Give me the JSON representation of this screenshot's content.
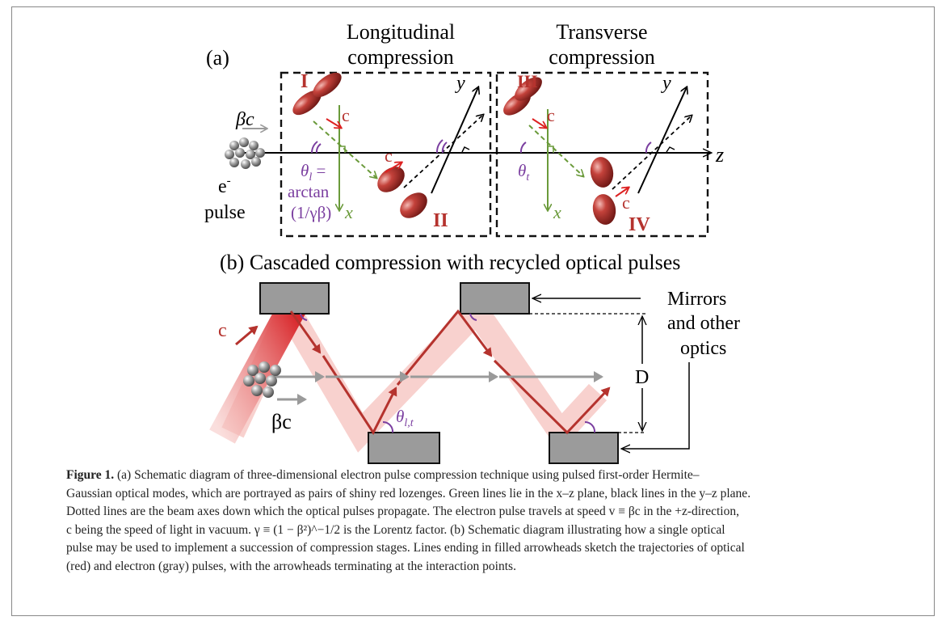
{
  "figure": {
    "panel_a": {
      "label": "(a)",
      "longitudinal_title_1": "Longitudinal",
      "longitudinal_title_2": "compression",
      "transverse_title_1": "Transverse",
      "transverse_title_2": "compression",
      "electron_label_1": "e",
      "electron_label_sup": "-",
      "electron_label_2": "pulse",
      "beta_c": "βc",
      "pulse_I": "I",
      "pulse_II": "II",
      "pulse_III": "III",
      "pulse_IV": "IV",
      "c_label": "c",
      "axis_z": "z",
      "axis_x": "x",
      "axis_y": "y",
      "theta_l_1": "θ",
      "theta_l_sub": "l",
      "theta_l_eq": " =",
      "theta_l_2": "arctan",
      "theta_l_3": "(1/γβ)",
      "theta_t": "θ",
      "theta_t_sub": "t"
    },
    "panel_b": {
      "title": "(b) Cascaded compression with recycled optical pulses",
      "mirrors_1": "Mirrors",
      "mirrors_2": "and other",
      "mirrors_3": "optics",
      "D_label": "D",
      "c_label": "c",
      "beta_c": "βc",
      "theta_lt": "θ",
      "theta_lt_sub": "l,t"
    },
    "colors": {
      "red": "#b5332e",
      "dark_red": "#7a1a18",
      "green": "#6a9a3a",
      "purple": "#7b3fa0",
      "gray": "#9a9a9a",
      "beam_pink": "#f7c9c6",
      "mirror_gray": "#9b9b9b"
    }
  },
  "caption": {
    "label": "Figure 1.",
    "line1": " (a) Schematic diagram of three-dimensional electron pulse compression technique using pulsed first-order Hermite–",
    "line2": "Gaussian optical modes, which are portrayed as pairs of shiny red lozenges. Green lines lie in the x–z plane, black lines in the y–z plane.",
    "line3": "Dotted lines are the beam axes down which the optical pulses propagate. The electron pulse travels at speed v ≡ βc in the +z-direction,",
    "line4": "c being the speed of light in vacuum. γ ≡ (1 − β²)^−1/2 is the Lorentz factor. (b) Schematic diagram illustrating how a single optical",
    "line5": "pulse may be used to implement a succession of compression stages. Lines ending in filled arrowheads sketch the trajectories of optical",
    "line6": "(red) and electron (gray) pulses, with the arrowheads terminating at the interaction points."
  }
}
